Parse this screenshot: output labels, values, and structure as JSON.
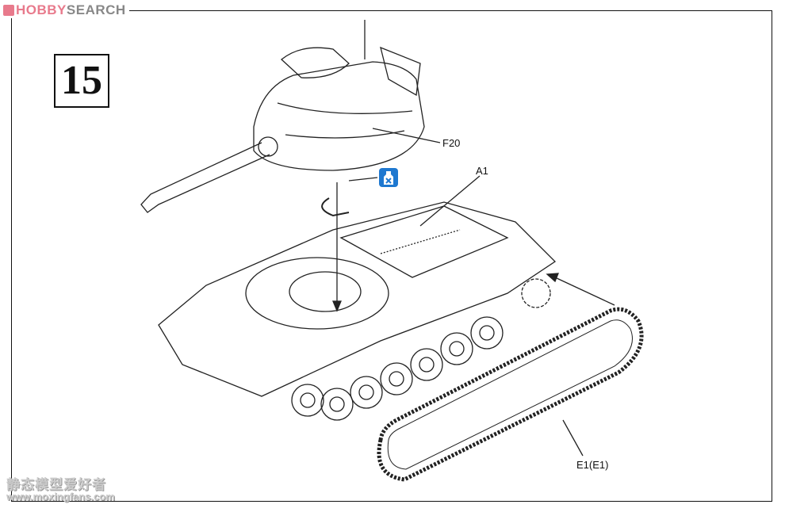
{
  "watermark_top": {
    "hobby": "HOBBY",
    "search": "SEARCH"
  },
  "step_number": "15",
  "callouts": {
    "turret": "F20",
    "hull": "A1",
    "track": "E1(E1)"
  },
  "glue_icon": "no-glue-needed-icon",
  "watermark_bottom": {
    "chinese": "静态模型爱好者",
    "url": "www.moxingfans.com"
  },
  "colors": {
    "glue_icon": "#1e78d0",
    "watermark_pink": "#e87a8c"
  }
}
